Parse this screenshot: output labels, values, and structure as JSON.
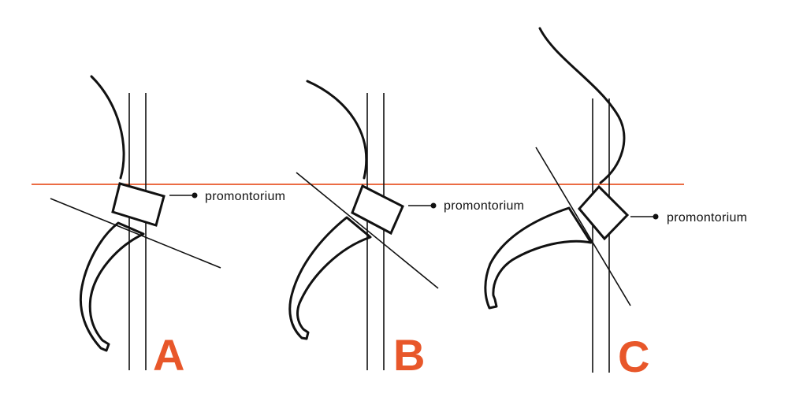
{
  "panels": [
    {
      "letter": "A",
      "label": "promontorium"
    },
    {
      "letter": "B",
      "label": "promontorium"
    },
    {
      "letter": "C",
      "label": "promontorium"
    }
  ],
  "colors": {
    "accent": "#E8572A",
    "line": "#111111",
    "reference_line": "#E8572A"
  }
}
